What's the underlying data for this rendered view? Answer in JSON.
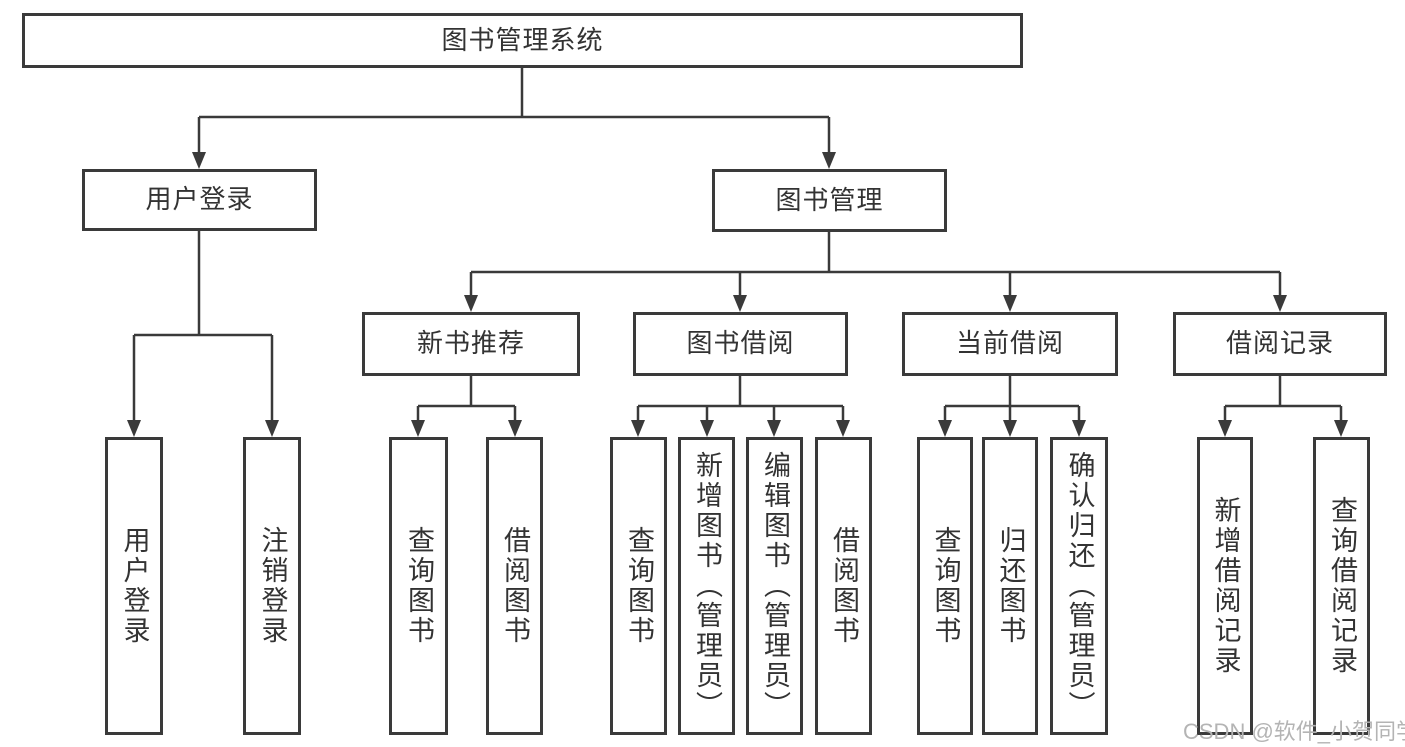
{
  "diagram": {
    "type": "tree",
    "tree": {
      "label": "图书管理系统",
      "children": [
        {
          "label": "用户登录",
          "children": [
            {
              "label": "用户登录"
            },
            {
              "label": "注销登录"
            }
          ]
        },
        {
          "label": "图书管理",
          "children": [
            {
              "label": "新书推荐",
              "children": [
                {
                  "label": "查询图书"
                },
                {
                  "label": "借阅图书"
                }
              ]
            },
            {
              "label": "图书借阅",
              "children": [
                {
                  "label": "查询图书"
                },
                {
                  "label": "新增图书（管理员）"
                },
                {
                  "label": "编辑图书（管理员）"
                },
                {
                  "label": "借阅图书"
                }
              ]
            },
            {
              "label": "当前借阅",
              "children": [
                {
                  "label": "查询图书"
                },
                {
                  "label": "归还图书"
                },
                {
                  "label": "确认归还（管理员）"
                }
              ]
            },
            {
              "label": "借阅记录",
              "children": [
                {
                  "label": "新增借阅记录"
                },
                {
                  "label": "查询借阅记录"
                }
              ]
            }
          ]
        }
      ]
    },
    "colors": {
      "line": "#3a3a3a",
      "box_border": "#3a3a3a",
      "text": "#333333",
      "watermark": "#b4b4b4",
      "background": "#ffffff"
    }
  },
  "watermark": {
    "text": "CSDN @软件_小贺同学"
  }
}
